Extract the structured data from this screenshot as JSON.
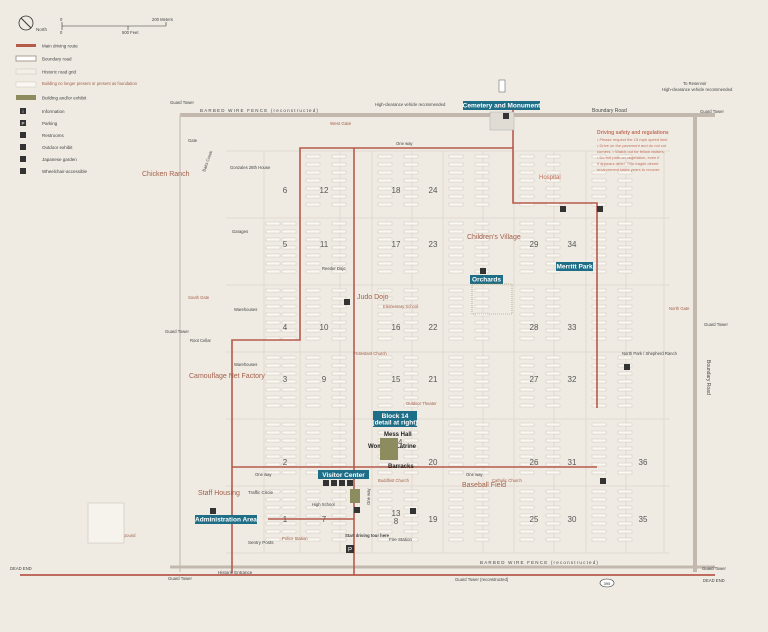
{
  "legend": {
    "north": "North",
    "scale_m_0": "0",
    "scale_m_max": "200 Meters",
    "scale_ft_0": "0",
    "scale_ft_max": "500 Feet",
    "items": [
      {
        "label": "Main driving route"
      },
      {
        "label": "Boundary road"
      },
      {
        "label": "Historic road grid"
      },
      {
        "label": "Building no longer present or present as foundation"
      },
      {
        "label": "Building and/or exhibit"
      }
    ],
    "symbols": [
      {
        "label": "Information",
        "icon": "information-icon"
      },
      {
        "label": "Parking",
        "icon": "parking-icon"
      },
      {
        "label": "Restrooms",
        "icon": "restrooms-icon"
      },
      {
        "label": "Outdoor exhibit",
        "icon": "outdoor-exhibit-icon"
      },
      {
        "label": "Japanese garden",
        "icon": "japanese-garden-icon"
      },
      {
        "label": "Wheelchair-accessible",
        "icon": "wheelchair-icon"
      }
    ]
  },
  "fence": {
    "top": "BARBED WIRE FENCE (reconstructed)",
    "bottom": "BARBED WIRE FENCE (reconstructed)"
  },
  "roads": {
    "boundary_top": "Boundary Road",
    "boundary_right": "Boundary Road",
    "to_reservoir": "To Reservoir",
    "high_clearance_top": "High-clearance vehicle recommended",
    "high_clearance_right": "High-clearance vehicle recommended",
    "one_way": "One way",
    "dead_end": "DEAD END",
    "route": "395"
  },
  "callouts": {
    "cemetery": "Cemetery and Monument",
    "manzanar_park": "Merritt Park",
    "orchards": "Orchards",
    "block14": "Block 14",
    "block14_sub": "(detail at right)",
    "visitor_center": "Visitor Center",
    "admin": "Administration Area"
  },
  "driving_safety": {
    "title": "Driving safety and regulations",
    "lines": [
      "• Please respect the 15 mph speed limit.",
      "• Drive on the pavement and do not cut",
      "  corners. • Watch out for fellow visitors.",
      "• Do not park on vegetation, even if",
      "  it appears dead. This fragile desert",
      "  environment takes years to recover."
    ]
  },
  "places": {
    "guard_tower": "Guard Tower",
    "west_gate": "West Gate",
    "gate": "Gate",
    "bairs_creek": "Bairs Creek",
    "chicken_ranch": "Chicken Ranch",
    "gonzales_house": "Gonzales 28th House",
    "garages": "Garages",
    "hospital": "Hospital",
    "childrens_village": "Children's Village",
    "reeder_dojo": "Reeder Dojo",
    "judo_dojo": "Judo Dojo",
    "elementary_school": "Elementary School",
    "south_gate": "South Gate",
    "north_gate": "North Gate",
    "warehouses": "Warehouses",
    "root_cellar": "Root Cellar",
    "camouflage": "Camouflage Net Factory",
    "protestant_church": "Protestant Church",
    "outdoor_theater": "Outdoor Theater",
    "north_park": "North Park / Shepherd Ranch",
    "mess_hall": "Mess Hall",
    "womens_latrine": "Women's Latrine",
    "barracks": "Barracks",
    "baseball_field": "Baseball Field",
    "catholic_church": "Catholic Church",
    "buddhist_church": "Buddhist Church",
    "high_school": "High School",
    "staff_housing": "Staff Housing",
    "traffic_circle": "Traffic Circle",
    "military_police": "Military Police Compound",
    "sentry_posts": "Sentry Posts",
    "police_station": "Police Station",
    "start_tour": "Start driving tour here",
    "fire_station": "Fire Station",
    "historic_entrance": "Historic Entrance",
    "guard_tower_recon": "Guard Tower (reconstructed)"
  },
  "blocks": [
    "1",
    "2",
    "3",
    "4",
    "5",
    "6",
    "7",
    "8",
    "9",
    "10",
    "11",
    "12",
    "13",
    "14",
    "15",
    "16",
    "17",
    "18",
    "19",
    "20",
    "21",
    "22",
    "23",
    "24",
    "25",
    "26",
    "27",
    "28",
    "29",
    "30",
    "31",
    "32",
    "33",
    "34",
    "35",
    "36"
  ],
  "colors": {
    "route": "#b65a4c",
    "boundary": "#a99e93",
    "callout": "#1e6e87",
    "rust_text": "#a3604a",
    "hospital_text": "#c4705c",
    "background": "#efebe3"
  }
}
